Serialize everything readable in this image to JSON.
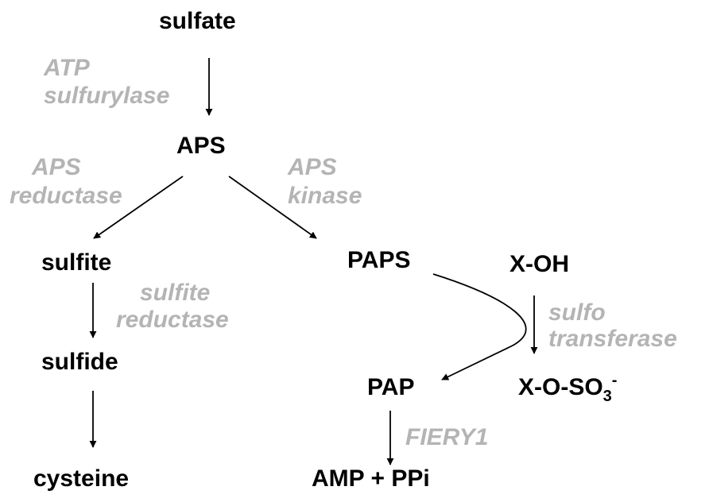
{
  "colors": {
    "metabolite": "#000000",
    "enzyme": "#b4b4b4",
    "arrow": "#000000"
  },
  "metabolites": {
    "sulfate": "sulfate",
    "aps": "APS",
    "sulfite": "sulfite",
    "sulfide": "sulfide",
    "cysteine": "cysteine",
    "paps": "PAPS",
    "pap": "PAP",
    "amp_ppi": "AMP + PPi",
    "x_oh": "X-OH",
    "x_o_so3": {
      "base": "X-O-SO",
      "subscript": "3",
      "superscript": "-"
    }
  },
  "enzymes": {
    "atp_sulfurylase": [
      "ATP",
      "sulfurylase"
    ],
    "aps_reductase": [
      "APS",
      "reductase"
    ],
    "aps_kinase": [
      "APS",
      "kinase"
    ],
    "sulfite_reductase": [
      "sulfite",
      "reductase"
    ],
    "sulfotransferase": [
      "sulfo",
      "transferase"
    ],
    "fiery1": "FIERY1"
  }
}
